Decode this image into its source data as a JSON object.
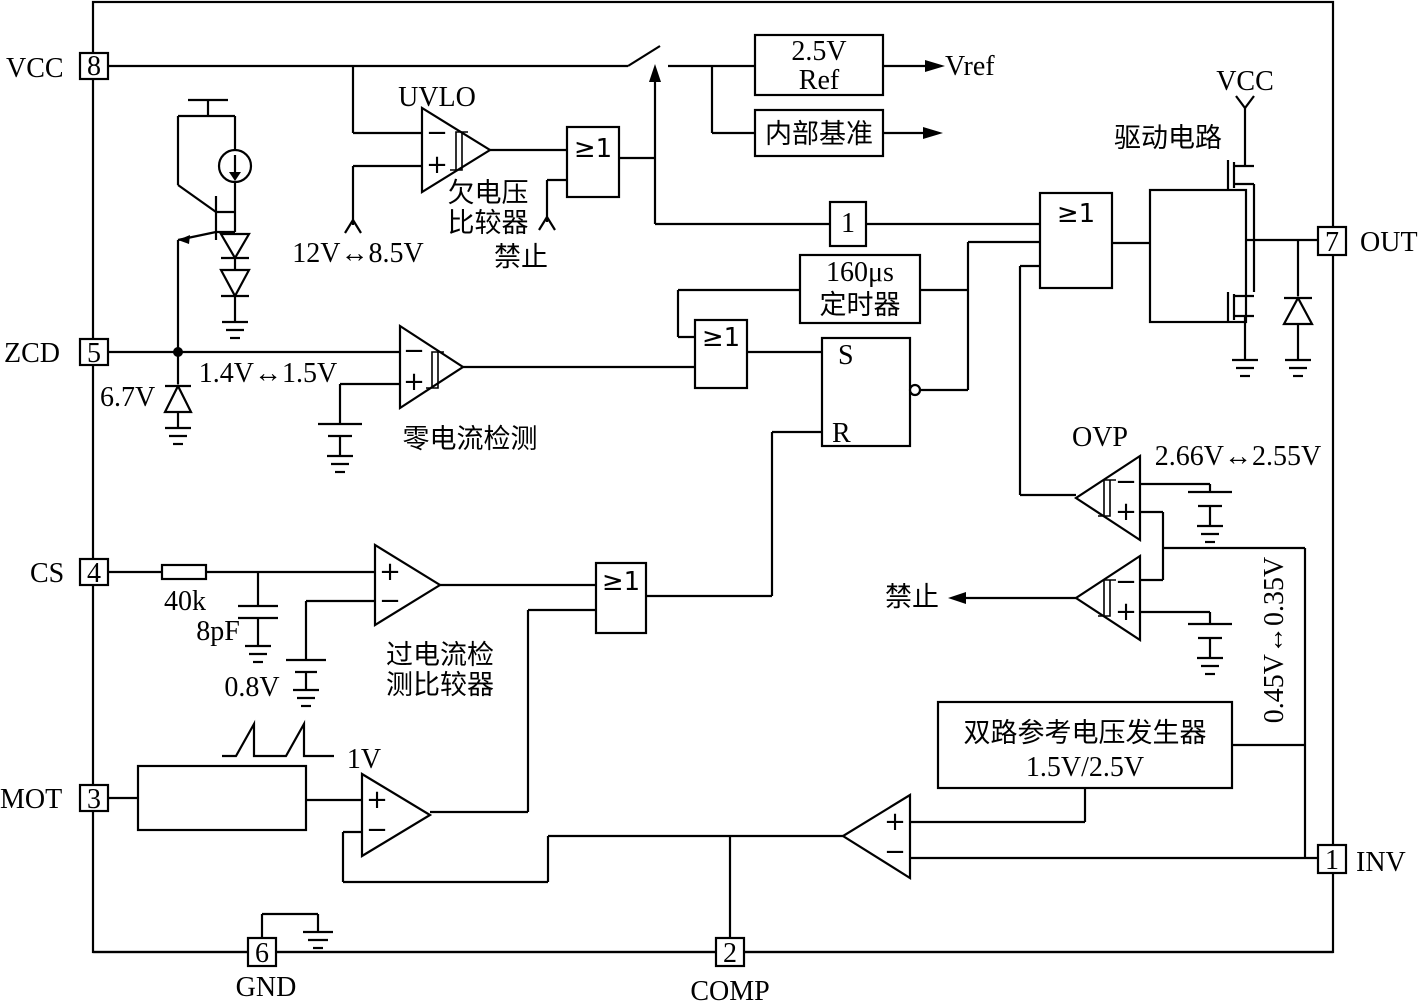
{
  "pins": {
    "vcc": {
      "num": "8",
      "name": "VCC"
    },
    "zcd": {
      "num": "5",
      "name": "ZCD"
    },
    "cs": {
      "num": "4",
      "name": "CS"
    },
    "mot": {
      "num": "3",
      "name": "MOT"
    },
    "gnd": {
      "num": "6",
      "name": "GND"
    },
    "comp": {
      "num": "2",
      "name": "COMP"
    },
    "inv": {
      "num": "1",
      "name": "INV"
    },
    "out": {
      "num": "7",
      "name": "OUT"
    }
  },
  "blocks": {
    "ref_line1": "2.5V",
    "ref_line2": "Ref",
    "vref": "Vref",
    "internal_ref": "内部基准",
    "uvlo": "UVLO",
    "uvlo_desc_1": "欠电压",
    "uvlo_desc_2": "比较器",
    "disable": "禁止",
    "uvlo_threshold": "12V↔8.5V",
    "driver_label": "驱动电路",
    "driver_vcc": "VCC",
    "timer_line1": "160μs",
    "timer_line2": "定时器",
    "inverter": "1",
    "or_symbol": "≥1",
    "sr_s": "S",
    "sr_r": "R",
    "zcd_threshold": "1.4V↔1.5V",
    "zener_67": "6.7V",
    "zcd_label": "零电流检测",
    "ovp": "OVP",
    "ovp_threshold": "2.66V↔2.55V",
    "disable_out": "禁止",
    "dis_threshold": "0.45V↔0.35V",
    "vgen_line1": "双路参考电压发生器",
    "vgen_line2": "1.5V/2.5V",
    "r_40k": "40k",
    "c_8pf": "8pF",
    "v_08": "0.8V",
    "ocp_line1": "过电流检",
    "ocp_line2": "测比较器",
    "v_1v": "1V",
    "plus": "+",
    "minus": "−"
  }
}
